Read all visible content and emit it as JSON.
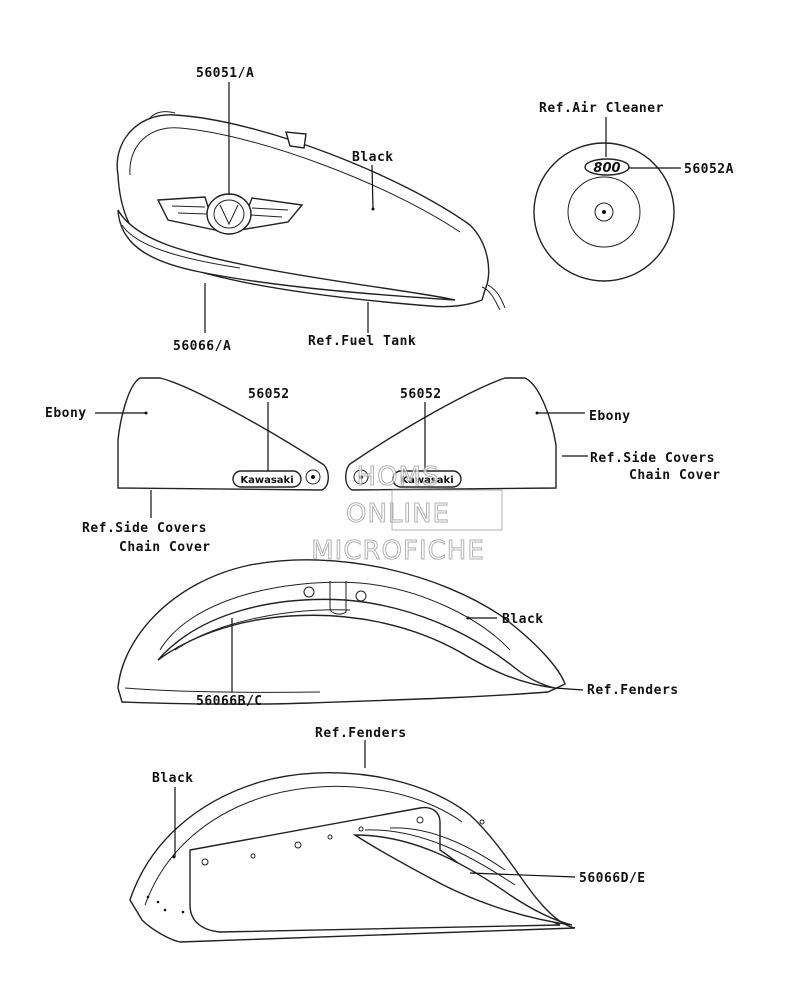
{
  "labels": {
    "part_56051a": "56051/A",
    "color_black_tank": "Black",
    "ref_air_cleaner": "Ref.Air Cleaner",
    "part_56052a": "56052A",
    "part_56066a": "56066/A",
    "ref_fuel_tank": "Ref.Fuel Tank",
    "color_ebony_left": "Ebony",
    "part_56052_left": "56052",
    "part_56052_right": "56052",
    "color_ebony_right": "Ebony",
    "ref_side_covers_right_1": "Ref.Side Covers",
    "ref_side_covers_right_2": "Chain Cover",
    "ref_side_covers_left_1": "Ref.Side Covers",
    "ref_side_covers_left_2": "Chain Cover",
    "color_black_front_fender": "Black",
    "part_56066bc": "56066B/C",
    "ref_fenders_front": "Ref.Fenders",
    "ref_fenders_rear": "Ref.Fenders",
    "color_black_rear_fender": "Black",
    "part_56066de": "56066D/E"
  },
  "emblems": {
    "air_cleaner_badge": "800",
    "side_cover_badge_left": "Kawasaki",
    "side_cover_badge_right": "Kawasaki"
  },
  "watermark": {
    "line1": "HOMS",
    "line2": "ONLINE",
    "line3": "MICROFICHE"
  }
}
